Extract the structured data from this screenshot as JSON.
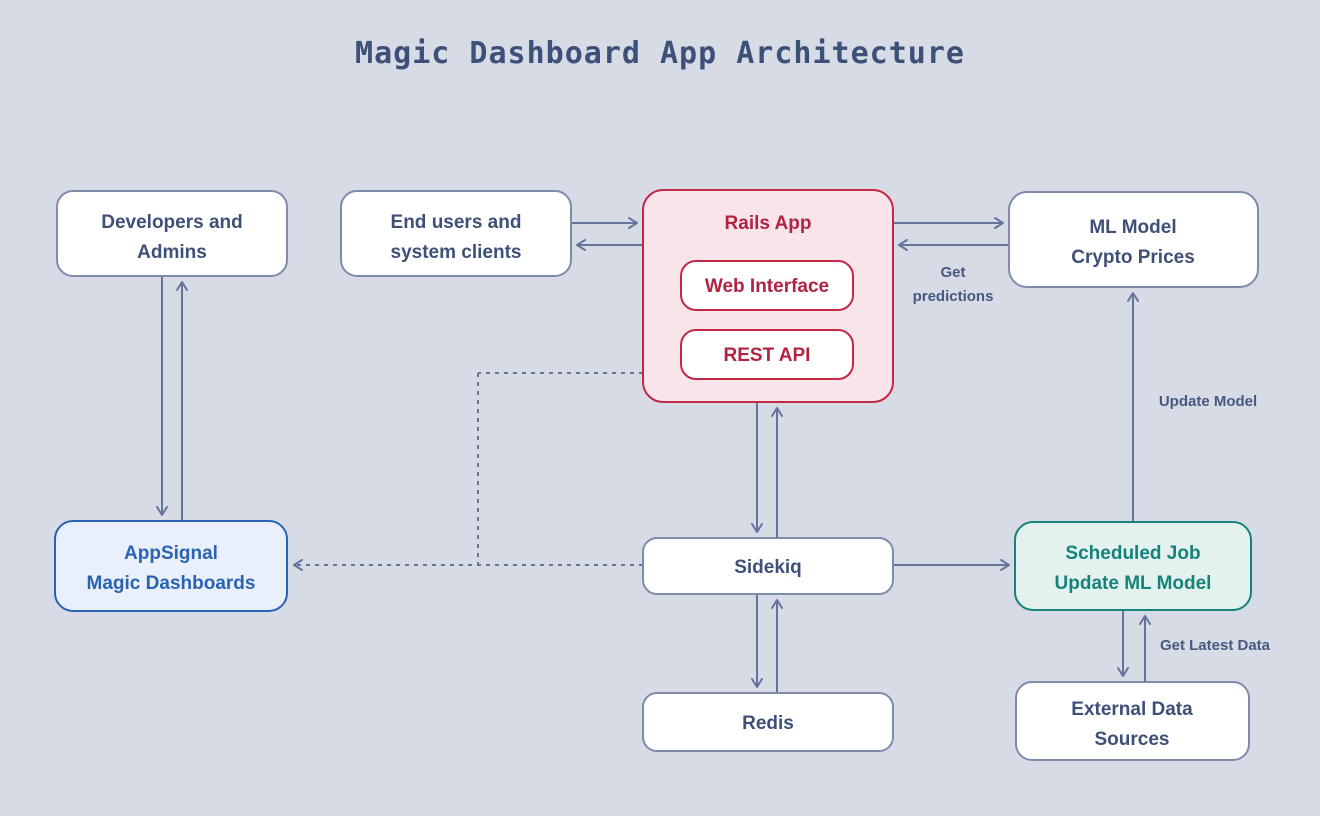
{
  "title": "Magic Dashboard App Architecture",
  "colors": {
    "background": "#d6dbe6",
    "title_text": "#3d5078",
    "node_text": "#3e5077",
    "node_border_slate": "#7e8bab",
    "node_fill_white": "#ffffff",
    "arrow": "#64749b",
    "rails_border": "#c42847",
    "rails_fill": "#f9e5e9",
    "rails_text": "#b02342",
    "appsignal_border": "#2b63b4",
    "appsignal_fill": "#e9effb",
    "appsignal_text": "#2b63b4",
    "scheduled_border": "#15837a",
    "scheduled_fill": "#e4f2ef",
    "scheduled_text": "#15837a"
  },
  "nodes": {
    "developers": {
      "line1": "Developers and",
      "line2": "Admins"
    },
    "end_users": {
      "line1": "End users and",
      "line2": "system clients"
    },
    "rails_app": {
      "label": "Rails App"
    },
    "web_interface": {
      "label": "Web Interface"
    },
    "rest_api": {
      "label": "REST API"
    },
    "ml_model": {
      "line1": "ML Model",
      "line2": "Crypto Prices"
    },
    "appsignal": {
      "line1": "AppSignal",
      "line2": "Magic Dashboards"
    },
    "sidekiq": {
      "label": "Sidekiq"
    },
    "scheduled_job": {
      "line1": "Scheduled Job",
      "line2": "Update ML Model"
    },
    "redis": {
      "label": "Redis"
    },
    "external_data": {
      "line1": "External Data",
      "line2": "Sources"
    }
  },
  "edge_labels": {
    "get_predictions": {
      "line1": "Get",
      "line2": "predictions"
    },
    "update_model": "Update Model",
    "get_latest_data": "Get Latest Data"
  }
}
